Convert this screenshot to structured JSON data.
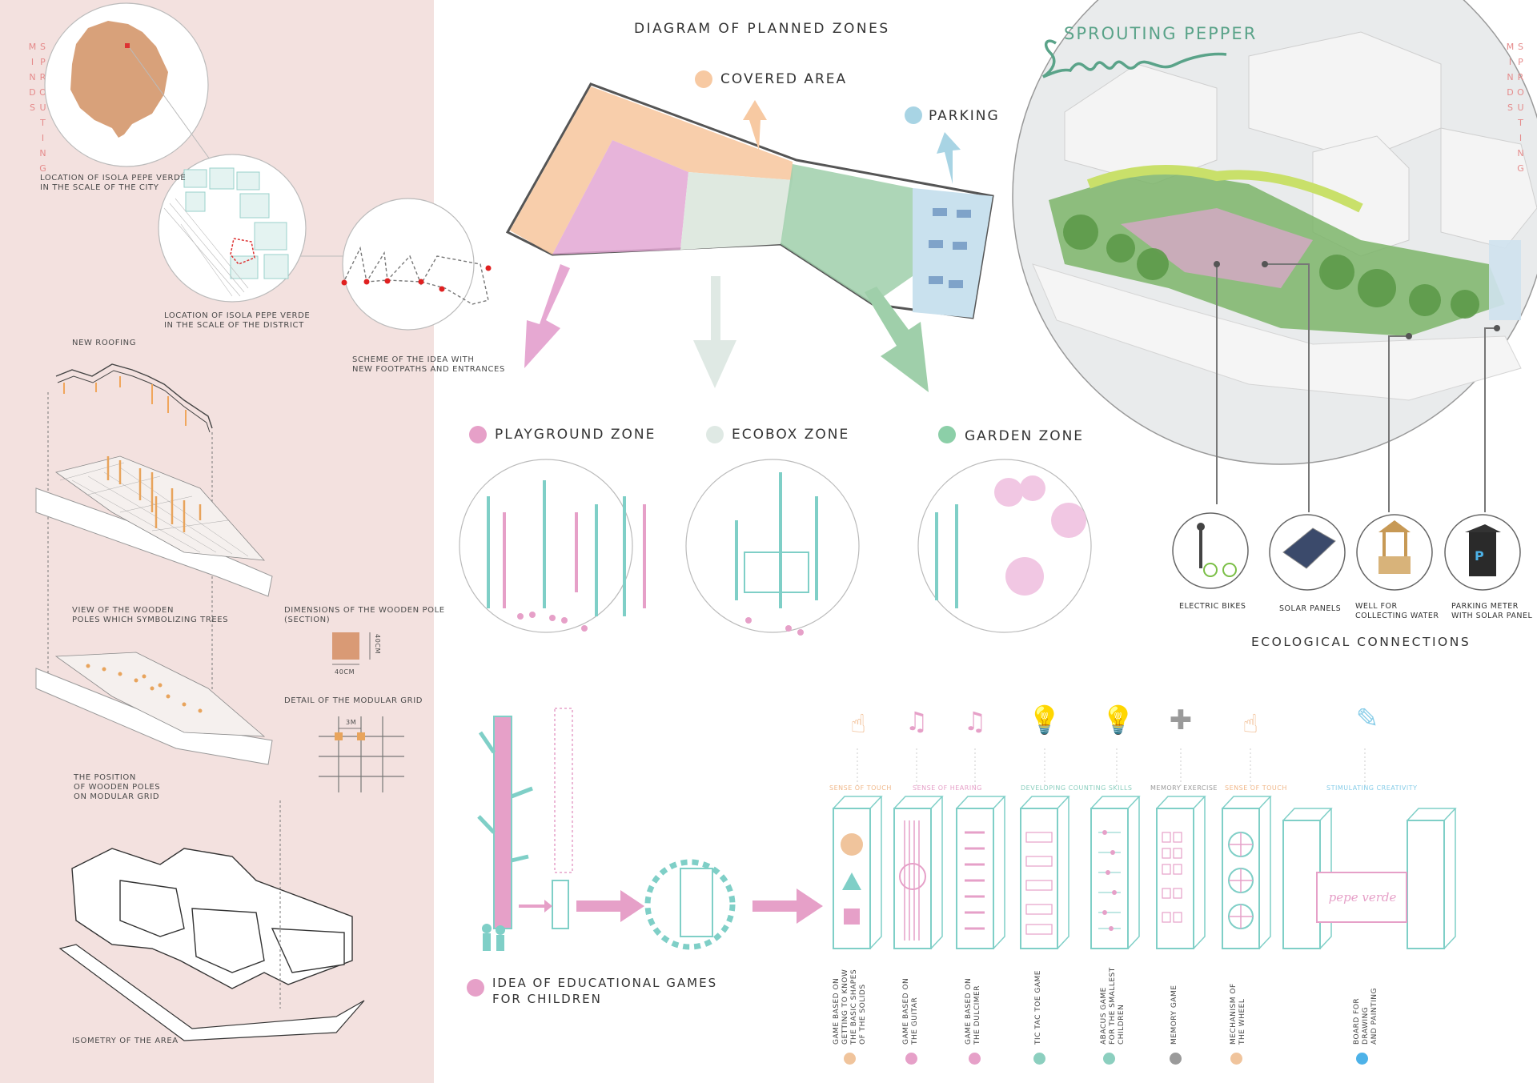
{
  "left_panel": {
    "side_title": "SPROUTING MINDS",
    "captions": {
      "city": "LOCATION OF ISOLA PEPE VERDE\nIN THE SCALE OF THE CITY",
      "district": "LOCATION OF ISOLA PEPE VERDE\nIN THE SCALE OF THE DISTRICT",
      "scheme": "SCHEME OF THE IDEA WITH\nNEW FOOTPATHS AND ENTRANCES",
      "roofing": "NEW ROOFING",
      "wooden_poles": "VIEW OF THE WOODEN\nPOLES WHICH SYMBOLIZING TREES",
      "dimensions": "DIMENSIONS OF THE WOODEN POLE\n(SECTION)",
      "dim_v": "40CM",
      "dim_h": "40CM",
      "grid_detail": "DETAIL OF THE MODULAR GRID",
      "grid_size": "3M",
      "position": "THE POSITION\nOF WOODEN POLES\nON MODULAR GRID",
      "isometry": "ISOMETRY OF THE AREA"
    }
  },
  "zones": {
    "title": "DIAGRAM OF PLANNED ZONES",
    "covered": "COVERED AREA",
    "parking": "PARKING",
    "playground": "PLAYGROUND ZONE",
    "ecobox": "ECOBOX ZONE",
    "garden": "GARDEN ZONE"
  },
  "brand": {
    "name": "SPROUTING PEPPER",
    "side_title": "SPROUTING MINDS"
  },
  "ecological": {
    "title": "ECOLOGICAL CONNECTIONS",
    "items": [
      {
        "label": "ELECTRIC BIKES",
        "icon": "electric-bike-icon"
      },
      {
        "label": "SOLAR PANELS",
        "icon": "solar-panel-icon"
      },
      {
        "label": "WELL FOR\nCOLLECTING WATER",
        "icon": "water-well-icon"
      },
      {
        "label": "PARKING METER\nWITH SOLAR PANEL",
        "icon": "parking-meter-icon"
      }
    ]
  },
  "games": {
    "idea": "IDEA OF EDUCATIONAL GAMES\nFOR CHILDREN",
    "categories": [
      {
        "label": "SENSE OF TOUCH",
        "color": "#f0b88a",
        "icon": "touch-hand-icon"
      },
      {
        "label": "SENSE OF HEARING",
        "color": "#e6a0c8",
        "icon": "music-note-icon"
      },
      {
        "label": "DEVELOPING COUNTING SKILLS",
        "color": "#8ccfbf",
        "icon": "lightbulb-head-icon"
      },
      {
        "label": "MEMORY EXERCISE",
        "color": "#9a9a9a",
        "icon": "puzzle-head-icon"
      },
      {
        "label": "SENSE OF TOUCH",
        "color": "#f0b88a",
        "icon": "touch-hand-icon"
      },
      {
        "label": "STIMULATING CREATIVITY",
        "color": "#88cde8",
        "icon": "pencil-head-icon"
      }
    ],
    "labels": [
      {
        "text": "GAME BASED ON\nGETTING TO KNOW\nTHE BASIC SHAPES\nOF THE SOLIDS",
        "color": "#f0c49c"
      },
      {
        "text": "GAME BASED ON\nTHE GUITAR",
        "color": "#e6a0c8"
      },
      {
        "text": "GAME BASED ON\nTHE DULCIMER",
        "color": "#e6a0c8"
      },
      {
        "text": "TIC TAC TOE GAME",
        "color": "#8ccfbf"
      },
      {
        "text": "ABACUS GAME\nFOR THE SMALLEST\nCHILDREN",
        "color": "#8ccfbf"
      },
      {
        "text": "MEMORY GAME",
        "color": "#9a9a9a"
      },
      {
        "text": "MECHANISM OF\nTHE WHEEL",
        "color": "#f0c49c"
      },
      {
        "text": "BOARD FOR DRAWING\nAND PAINTING",
        "color": "#88cde8"
      }
    ],
    "board_text": "pepe verde"
  },
  "colors": {
    "pink_bg": "#f3e1df",
    "orange": "#f0b88a",
    "pink": "#e6a0c8",
    "teal": "#7fcfc7",
    "green": "#8ccfa8",
    "mint": "#dfe9e4",
    "blue": "#a8d4e4"
  }
}
